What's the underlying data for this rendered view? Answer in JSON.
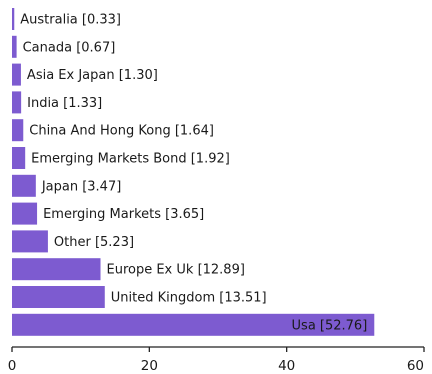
{
  "chart_data": {
    "type": "bar",
    "orientation": "horizontal",
    "categories": [
      "Australia",
      "Canada",
      "Asia Ex Japan",
      "India",
      "China And Hong Kong",
      "Emerging Markets Bond",
      "Japan",
      "Emerging Markets",
      "Other",
      "Europe Ex Uk",
      "United Kingdom",
      "Usa"
    ],
    "values": [
      0.33,
      0.67,
      1.3,
      1.33,
      1.64,
      1.92,
      3.47,
      3.65,
      5.23,
      12.89,
      13.51,
      52.76
    ],
    "labels": [
      "Australia [0.33]",
      "Canada [0.67]",
      "Asia Ex Japan [1.30]",
      "India [1.33]",
      "China And Hong Kong [1.64]",
      "Emerging Markets Bond [1.92]",
      "Japan [3.47]",
      "Emerging Markets [3.65]",
      "Other [5.23]",
      "Europe Ex Uk [12.89]",
      "United Kingdom [13.51]",
      "Usa [52.76]"
    ],
    "xlim": [
      0,
      60
    ],
    "xticks": [
      0,
      20,
      40,
      60
    ],
    "xtick_labels": [
      "0",
      "20",
      "40",
      "60"
    ],
    "title": "",
    "xlabel": "",
    "ylabel": "",
    "grid": false,
    "colors": {
      "bar": "#7d5bd0",
      "axis": "#222222",
      "text": "#1a1a1a"
    }
  }
}
